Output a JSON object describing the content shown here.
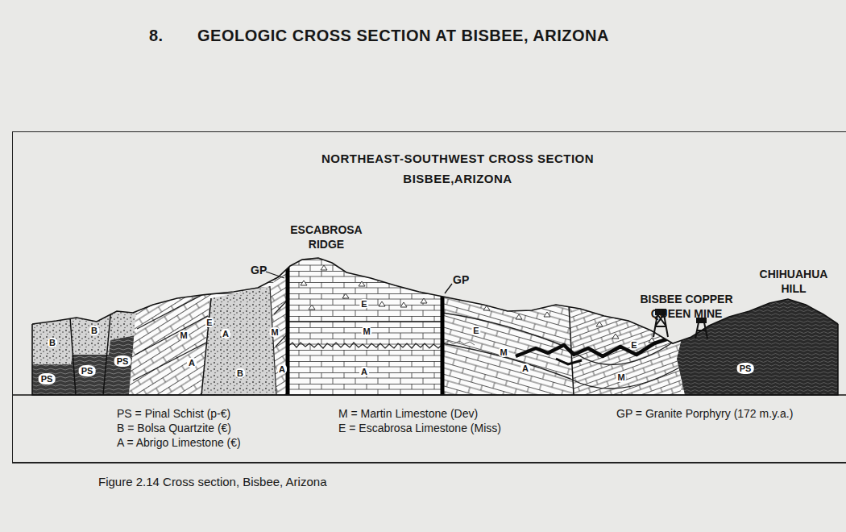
{
  "diagram": {
    "title": "GEOLOGIC CROSS SECTION AT BISBEE, ARIZONA",
    "caption": "Figure 2.14 Cross section, Bisbee, Arizona",
    "nodes": [
      {
        "text": [
          "NORTHEAST-SOUTHWEST CROSS SECTION BISBEE,ARIZONA"
        ]
      }
    ],
    "labels": [
      "8.",
      "ESCABROSA RIDGE",
      "GP",
      "GP",
      "CHIHUAHUA HILL",
      "BISBEE COPPER QUEEN MINE",
      "B",
      "B",
      "PS",
      "PS",
      "PS",
      "M",
      "E",
      "A",
      "A",
      "B",
      "M",
      "A",
      "E",
      "M",
      "A",
      "E",
      "M",
      "A",
      "E",
      "M",
      "PS",
      "PS = Pinal Schist (p-€)",
      "B = Bolsa Quartzite (€)",
      "A = Abrigo Limestone (€)",
      "M = Martin Limestone (Dev)",
      "E = Escabrosa Limestone (Miss)",
      "GP = Granite Porphyry (172 m.y.a.)"
    ]
  }
}
